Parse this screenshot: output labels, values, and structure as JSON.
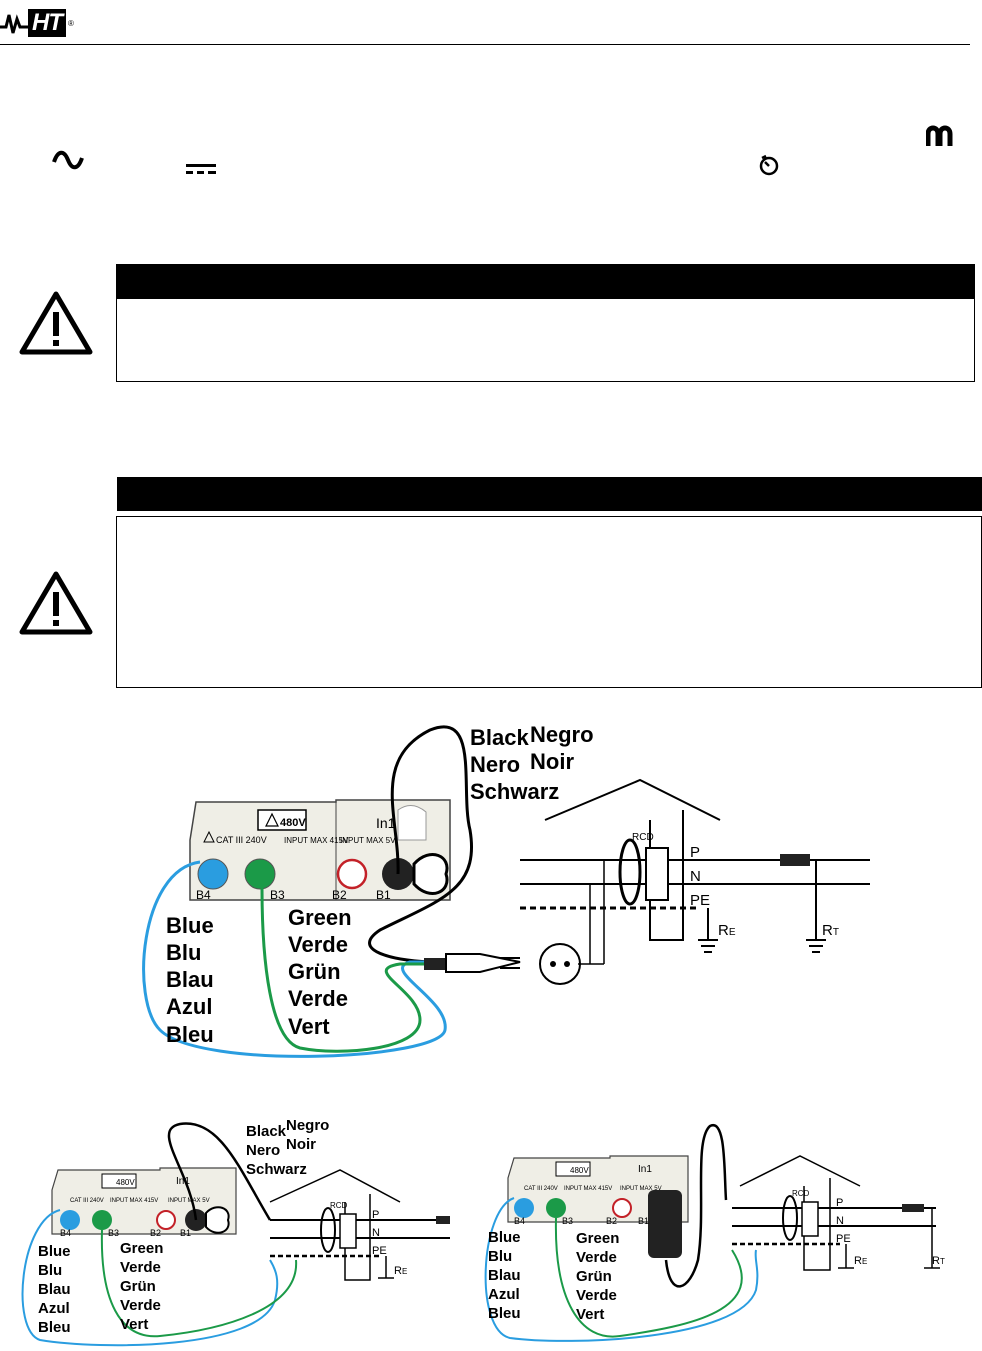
{
  "header": {
    "logo_text": "HT",
    "logo_mark": "®"
  },
  "mode_icons": {
    "ac": "∿",
    "dc": "⎓",
    "timer": "timer-icon",
    "pulse": "pulsed-icon"
  },
  "warning_boxes": [
    {
      "icon": "warning-triangle-icon",
      "title": "",
      "text": ""
    },
    {
      "icon": "warning-triangle-icon",
      "title": "",
      "text": ""
    }
  ],
  "diagram_main": {
    "lead_black": [
      "Black",
      "Nero",
      "Schwarz"
    ],
    "lead_black_alt": [
      "Negro",
      "Noir"
    ],
    "lead_blue": [
      "Blue",
      "Blu",
      "Blau",
      "Azul",
      "Bleu"
    ],
    "lead_green": [
      "Green",
      "Verde",
      "Grün",
      "Verde",
      "Vert"
    ],
    "panel_warning": "480V",
    "panel_cat": "CAT III 240V",
    "panel_input": "INPUT MAX 415V",
    "panel_input2": "INPUT MAX 5V",
    "panel_in1": "In1",
    "terminals": [
      "B4",
      "B3",
      "B2",
      "B1"
    ],
    "rcd": "RCD",
    "conductors": [
      "P",
      "N",
      "PE"
    ],
    "re": "R",
    "re_sub": "E",
    "rt": "R",
    "rt_sub": "T"
  }
}
